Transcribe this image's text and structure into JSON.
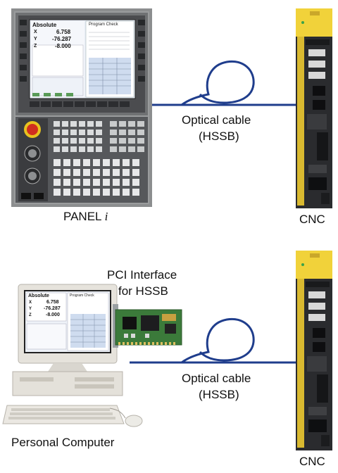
{
  "labels": {
    "panel_name": "PANEL",
    "panel_suffix": "i",
    "cnc_top": "CNC",
    "cnc_bottom": "CNC",
    "cable_top_line1": "Optical cable",
    "cable_top_line2": "(HSSB)",
    "cable_bottom_line1": "Optical cable",
    "cable_bottom_line2": "(HSSB)",
    "pci_line1": "PCI Interface",
    "pci_line2": "for HSSB",
    "pc_name": "Personal Computer"
  },
  "panel_screen": {
    "title": "Absolute",
    "axes": [
      {
        "axis": "X",
        "value": "6.758"
      },
      {
        "axis": "Y",
        "value": "-76.287"
      },
      {
        "axis": "Z",
        "value": "-8.000"
      }
    ],
    "side_title": "Program Check"
  },
  "pc_screen": {
    "title": "Absolute",
    "axes": [
      {
        "axis": "X",
        "value": "6.758"
      },
      {
        "axis": "Y",
        "value": "-76.287"
      },
      {
        "axis": "Z",
        "value": "-8.000"
      }
    ],
    "side_title": "Program Check"
  },
  "colors": {
    "cable": "#1f3d8c",
    "panel_body": "#8f9191",
    "panel_dark": "#3a3b3d",
    "cnc_yellow": "#f1d23a",
    "cnc_body": "#2a2b2e",
    "pcb_green": "#3b7a3a",
    "screen_blue": "#d6e2f3"
  }
}
